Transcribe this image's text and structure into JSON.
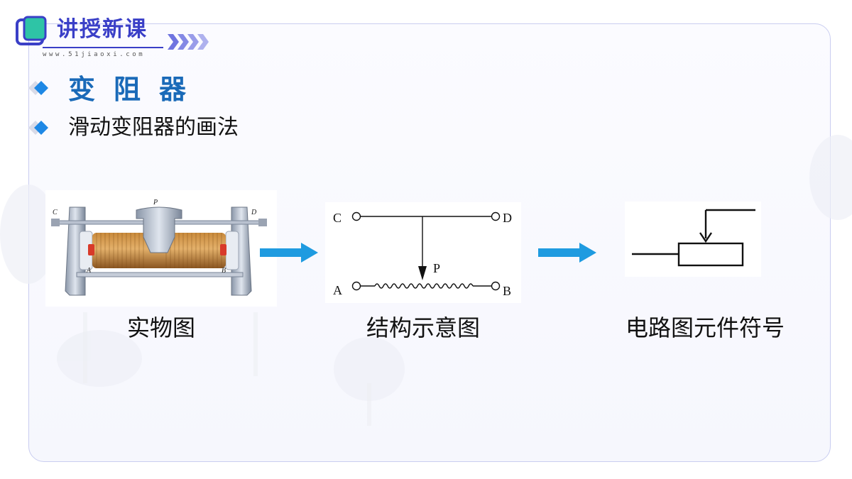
{
  "header": {
    "section_title": "讲授新课",
    "site": "www.51jiaoxi.com"
  },
  "headings": {
    "topic": "变阻器",
    "subtopic": "滑动变阻器的画法"
  },
  "panels": {
    "photo": {
      "caption": "实物图",
      "labels": {
        "c": "C",
        "d": "D",
        "p": "P",
        "a": "A",
        "b": "B"
      }
    },
    "schematic": {
      "caption": "结构示意图",
      "labels": {
        "c": "C",
        "d": "D",
        "p": "P",
        "a": "A",
        "b": "B"
      }
    },
    "symbol": {
      "caption": "电路图元件符号"
    }
  },
  "colors": {
    "brand": "#3a3fc7",
    "heading": "#1a6ab8",
    "bullet": "#1e88e5",
    "arrow": "#1f9be0",
    "logo_teal": "#2ec4a6"
  },
  "icons": {
    "logo": "book-logo-icon",
    "chevrons": "chevrons-right-icon",
    "bullet": "diamond-bullet-icon",
    "arrow": "arrow-right-icon"
  }
}
